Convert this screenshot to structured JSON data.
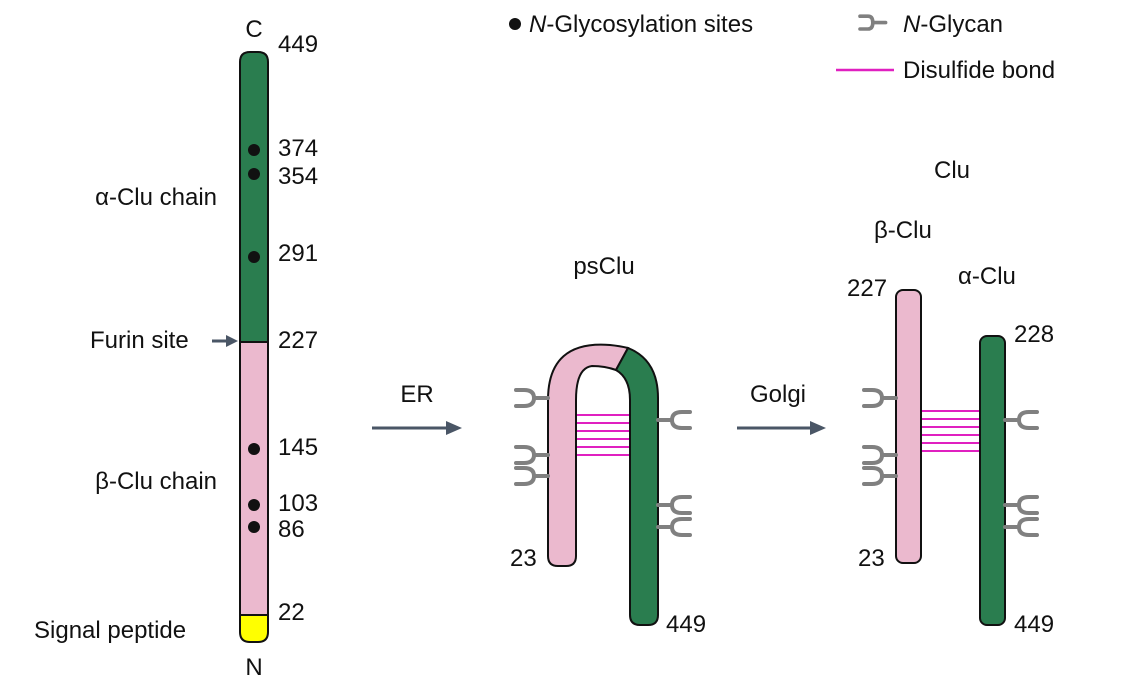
{
  "colors": {
    "alpha": "#2a7d4f",
    "beta": "#ebb9ce",
    "signal": "#ffff00",
    "glycan": "#808080",
    "disulfide": "#e020c0",
    "arrow": "#4a5666",
    "dot": "#111111",
    "alpha_label": "#2a7d4f",
    "beta_label": "#7a4a5e",
    "outline": "#111111"
  },
  "legend": {
    "glyco_sites_prefix": "N",
    "glyco_sites_suffix": "-Glycosylation sites",
    "glycan_prefix": "N",
    "glycan_suffix": "-Glycan",
    "disulfide": "Disulfide bond"
  },
  "linear": {
    "c_terminus": "C",
    "n_terminus": "N",
    "positions": {
      "p449": "449",
      "p374": "374",
      "p354": "354",
      "p291": "291",
      "p227": "227",
      "p145": "145",
      "p103": "103",
      "p86": "86",
      "p22": "22"
    },
    "alpha_label": "α-Clu chain",
    "beta_label": "β-Clu chain",
    "furin_label": "Furin site",
    "signal_label": "Signal peptide"
  },
  "steps": {
    "er": "ER",
    "golgi": "Golgi"
  },
  "psclu": {
    "title": "psClu",
    "start": "23",
    "end": "449"
  },
  "clu": {
    "title": "Clu",
    "beta_label": "β-Clu",
    "alpha_label": "α-Clu",
    "beta_start": "23",
    "beta_end": "227",
    "alpha_start": "228",
    "alpha_end": "449"
  }
}
